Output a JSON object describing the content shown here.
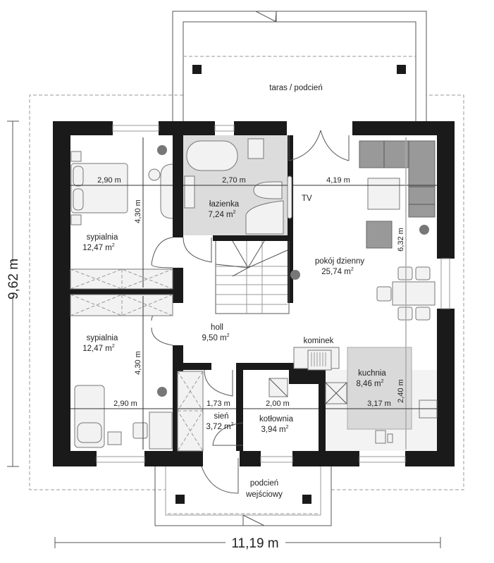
{
  "plan": {
    "total_width_label": "11,19 m",
    "total_height_label": "9,62 m",
    "outdoor": {
      "terrace_label": "taras / podcień",
      "entrance_label_line1": "podcień",
      "entrance_label_line2": "wejściowy"
    },
    "rooms": [
      {
        "id": "bedroom-1",
        "name": "sypialnia",
        "area": "12,47 m",
        "dims": [
          "2,90 m",
          "4,30 m"
        ]
      },
      {
        "id": "bathroom",
        "name": "łazienka",
        "area": "7,24 m",
        "dims": [
          "2,70 m"
        ]
      },
      {
        "id": "living-room",
        "name": "pokój dzienny",
        "area": "25,74 m",
        "dims": [
          "4,19 m",
          "6,32 m"
        ]
      },
      {
        "id": "bedroom-2",
        "name": "sypialnia",
        "area": "12,47 m",
        "dims": [
          "2,90 m",
          "4,30 m"
        ]
      },
      {
        "id": "hall",
        "name": "holl",
        "area": "9,50 m",
        "dims": []
      },
      {
        "id": "vestibule",
        "name": "sień",
        "area": "3,72 m",
        "dims": [
          "1,73 m"
        ]
      },
      {
        "id": "boiler-room",
        "name": "kotłownia",
        "area": "3,94 m",
        "dims": [
          "2,00 m"
        ]
      },
      {
        "id": "kitchen",
        "name": "kuchnia",
        "area": "8,46 m",
        "dims": [
          "3,17 m",
          "2,40 m"
        ]
      }
    ],
    "area_unit_sup": "2",
    "annotations": {
      "tv": "TV",
      "fireplace": "kominek"
    }
  }
}
